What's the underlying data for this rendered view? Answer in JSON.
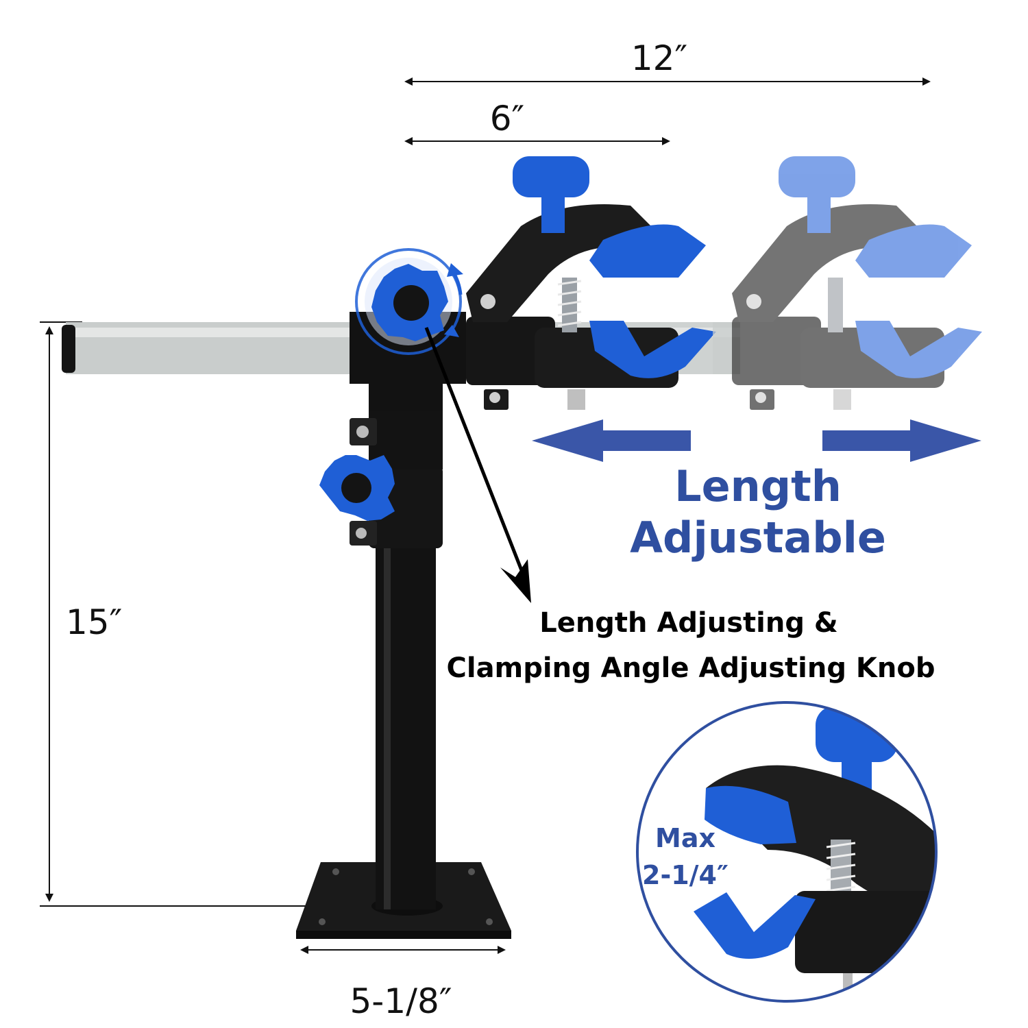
{
  "dimensions": {
    "height": "15″",
    "arm_full": "12″",
    "arm_half": "6″",
    "base_width": "5-1/8″"
  },
  "callout": {
    "line1": "Length Adjusting &",
    "line2": "Clamping Angle Adjusting Knob"
  },
  "feature": {
    "line1": "Length",
    "line2": "Adjustable"
  },
  "inset": {
    "line1": "Max",
    "line2": "2-1/4″"
  },
  "colors": {
    "accent_blue": "#1f5fd6",
    "label_blue": "#2f4fa0",
    "arrow_blue": "#3a56a8",
    "tube_gray": "#c9cdcc",
    "body_black": "#141414"
  }
}
